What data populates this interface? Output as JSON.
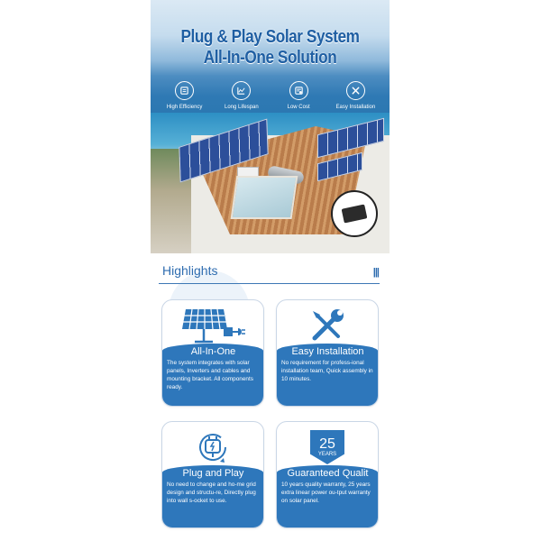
{
  "hero": {
    "title_line1": "Plug & Play Solar System",
    "title_line2": "All-In-One Solution",
    "features": [
      {
        "icon": "panel-icon",
        "label": "High Efficiency"
      },
      {
        "icon": "chart-icon",
        "label": "Long Lifespan"
      },
      {
        "icon": "cost-icon",
        "label": "Low Cost"
      },
      {
        "icon": "tools-icon",
        "label": "Easy Installation"
      }
    ]
  },
  "highlights": {
    "title": "Highlights",
    "bars": "|||",
    "cards": [
      {
        "icon": "solar-panel-plug-icon",
        "title": "All-In-One",
        "text": "The system integrates with solar panels, Inverters and cables and mounting bracket. All components ready."
      },
      {
        "icon": "wrench-screwdriver-icon",
        "title": "Easy Installation",
        "text": "No requirement for profess-ional installation team, Quick assembly in 10 minutes."
      },
      {
        "icon": "plug-cycle-icon",
        "title": "Plug and Play",
        "text": "No need to change and ho-me grid design and structu-re, Directly plug into wall s-ocket to use."
      },
      {
        "icon": "warranty-25-years-icon",
        "title": "Guaranteed Qualit",
        "text": "10 years quality warranty, 25 years extra linear power ou-tput warranty on solar panel.",
        "badge_number": "25",
        "badge_label": "YEARS"
      }
    ]
  },
  "colors": {
    "accent": "#2e77bb",
    "title_blue": "#1f5fa3",
    "highlight_blue": "#2f6db0"
  }
}
